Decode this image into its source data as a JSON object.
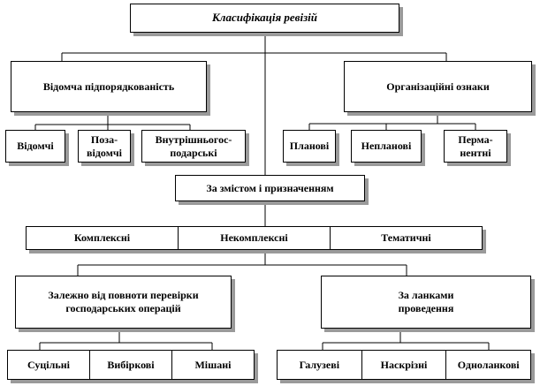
{
  "root": {
    "label": "Класифікація ревізій"
  },
  "branches": {
    "subordination": {
      "label": "Відомча підпорядкованість",
      "children": [
        "Відомчі",
        "Поза-відомчі",
        "Внутрішньогос-подарські"
      ]
    },
    "organizational": {
      "label": "Організаційні ознаки",
      "children": [
        "Планові",
        "Непланові",
        "Перма-нентні"
      ]
    },
    "content": {
      "label": "За змістом і призначенням",
      "children": [
        "Комплексні",
        "Некомплексні",
        "Тематичні"
      ]
    },
    "completeness": {
      "label": "Залежно від повноти перевірки господарських операцій",
      "children": [
        "Суцільні",
        "Вибіркові",
        "Мішані"
      ]
    },
    "links": {
      "label": "За ланками проведення",
      "children": [
        "Галузеві",
        "Наскрізні",
        "Одноланкові"
      ]
    }
  }
}
